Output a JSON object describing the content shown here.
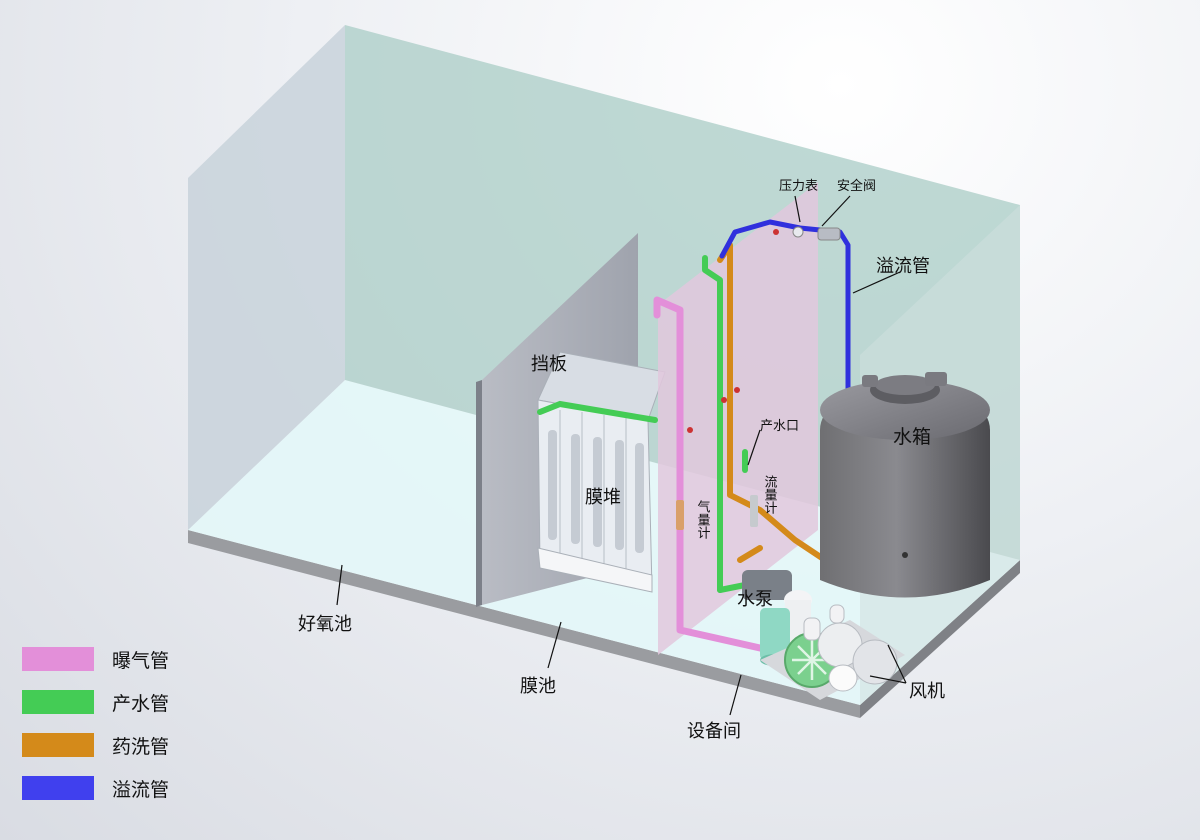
{
  "labels": {
    "pressure_gauge": "压力表",
    "safety_valve": "安全阀",
    "overflow_pipe": "溢流管",
    "baffle": "挡板",
    "outlet": "产水口",
    "water_tank": "水箱",
    "flowmeter": "流量计",
    "gas_flowmeter": "气量计",
    "membrane_stack": "膜堆",
    "pump": "水泵",
    "aerobic_tank": "好氧池",
    "membrane_tank": "膜池",
    "equipment_room": "设备间",
    "blower": "风机"
  },
  "legend": [
    {
      "label": "曝气管",
      "color": "#e38fd9"
    },
    {
      "label": "产水管",
      "color": "#44cc55"
    },
    {
      "label": "药洗管",
      "color": "#d48a1a"
    },
    {
      "label": "溢流管",
      "color": "#4040ee"
    }
  ],
  "colors": {
    "aeration": "#e38fd9",
    "product": "#44cc55",
    "chemical": "#d48a1a",
    "overflow": "#3030dd"
  }
}
